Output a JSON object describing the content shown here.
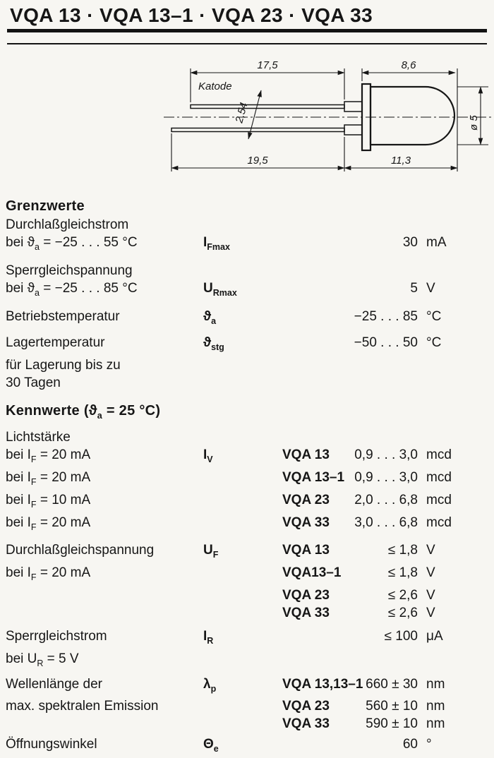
{
  "colors": {
    "paper": "#f7f6f2",
    "ink": "#161616"
  },
  "title": "VQA 13 · VQA 13–1 · VQA 23 · VQA 33",
  "drawing": {
    "katode": "Katode",
    "dim_lead_top": "17,5",
    "dim_body_top": "8,6",
    "dim_pitch": "2,54",
    "dim_lead_bottom": "19,5",
    "dim_body_bottom": "11,3",
    "dim_diameter": "ø 5"
  },
  "grenzwerte": {
    "heading": "Grenzwerte",
    "lines": [
      {
        "param": "Durchlaßgleichstrom"
      },
      {
        "cond_pre": "bei ϑ",
        "cond_sub": "a",
        "cond_post": " = −25 . . . 55 °C",
        "sym": "I",
        "sym_sub": "Fmax",
        "value": "30",
        "unit": "mA"
      },
      {
        "param": "Sperrgleichspannung"
      },
      {
        "cond_pre": "bei ϑ",
        "cond_sub": "a",
        "cond_post": " = −25 . . . 85 °C",
        "sym": "U",
        "sym_sub": "Rmax",
        "value": "5",
        "unit": "V"
      },
      {
        "param": "Betriebstemperatur",
        "sym": "ϑ",
        "sym_sub": "a",
        "value": "−25 . . . 85",
        "unit": "°C"
      },
      {
        "param": "Lagertemperatur",
        "sym": "ϑ",
        "sym_sub": "stg",
        "value": "−50 . . . 50",
        "unit": "°C"
      },
      {
        "param": "für Lagerung bis zu"
      },
      {
        "param": "30 Tagen"
      }
    ]
  },
  "kennwerte": {
    "heading": "Kennwerte",
    "heading_cond_pre": "(ϑ",
    "heading_cond_sub": "a",
    "heading_cond_post": " = 25 °C)",
    "lines": [
      {
        "param": "Lichtstärke"
      },
      {
        "cond_pre": "bei I",
        "cond_sub": "F",
        "cond_post": " = 20 mA",
        "sym": "I",
        "sym_sub": "V",
        "type": "VQA 13",
        "value": "0,9 . . . 3,0",
        "unit": "mcd"
      },
      {
        "cond_pre": "bei I",
        "cond_sub": "F",
        "cond_post": " = 20 mA",
        "type": "VQA 13–1",
        "value": "0,9 . . . 3,0",
        "unit": "mcd"
      },
      {
        "cond_pre": "bei I",
        "cond_sub": "F",
        "cond_post": " = 10 mA",
        "type": "VQA 23",
        "value": "2,0 . . . 6,8",
        "unit": "mcd"
      },
      {
        "cond_pre": "bei I",
        "cond_sub": "F",
        "cond_post": " = 20 mA",
        "type": "VQA 33",
        "value": "3,0 . . . 6,8",
        "unit": "mcd"
      },
      {
        "param": "Durchlaßgleichspannung",
        "sym": "U",
        "sym_sub": "F",
        "type": "VQA 13",
        "value": "≤ 1,8",
        "unit": "V"
      },
      {
        "cond_pre": "bei I",
        "cond_sub": "F",
        "cond_post": " = 20 mA",
        "type": "VQA13–1",
        "value": "≤ 1,8",
        "unit": "V"
      },
      {
        "type": "VQA 23",
        "value": "≤ 2,6",
        "unit": "V"
      },
      {
        "type": "VQA 33",
        "value": "≤ 2,6",
        "unit": "V"
      },
      {
        "param": "Sperrgleichstrom",
        "sym": "I",
        "sym_sub": "R",
        "value": "≤ 100",
        "unit": "μA"
      },
      {
        "cond_pre": "bei U",
        "cond_sub": "R",
        "cond_post": " = 5 V"
      },
      {
        "param": "Wellenlänge der",
        "sym": "λ",
        "sym_sub": "p",
        "type": "VQA 13,13–1",
        "value": "660 ± 30",
        "unit": "nm"
      },
      {
        "param": "max. spektralen Emission",
        "type": "VQA 23",
        "value": "560 ± 10",
        "unit": "nm"
      },
      {
        "type": "VQA 33",
        "value": "590 ± 10",
        "unit": "nm"
      },
      {
        "param": "Öffnungswinkel",
        "sym": "Θ",
        "sym_sub": "e",
        "value": "60",
        "unit": "°"
      }
    ]
  }
}
